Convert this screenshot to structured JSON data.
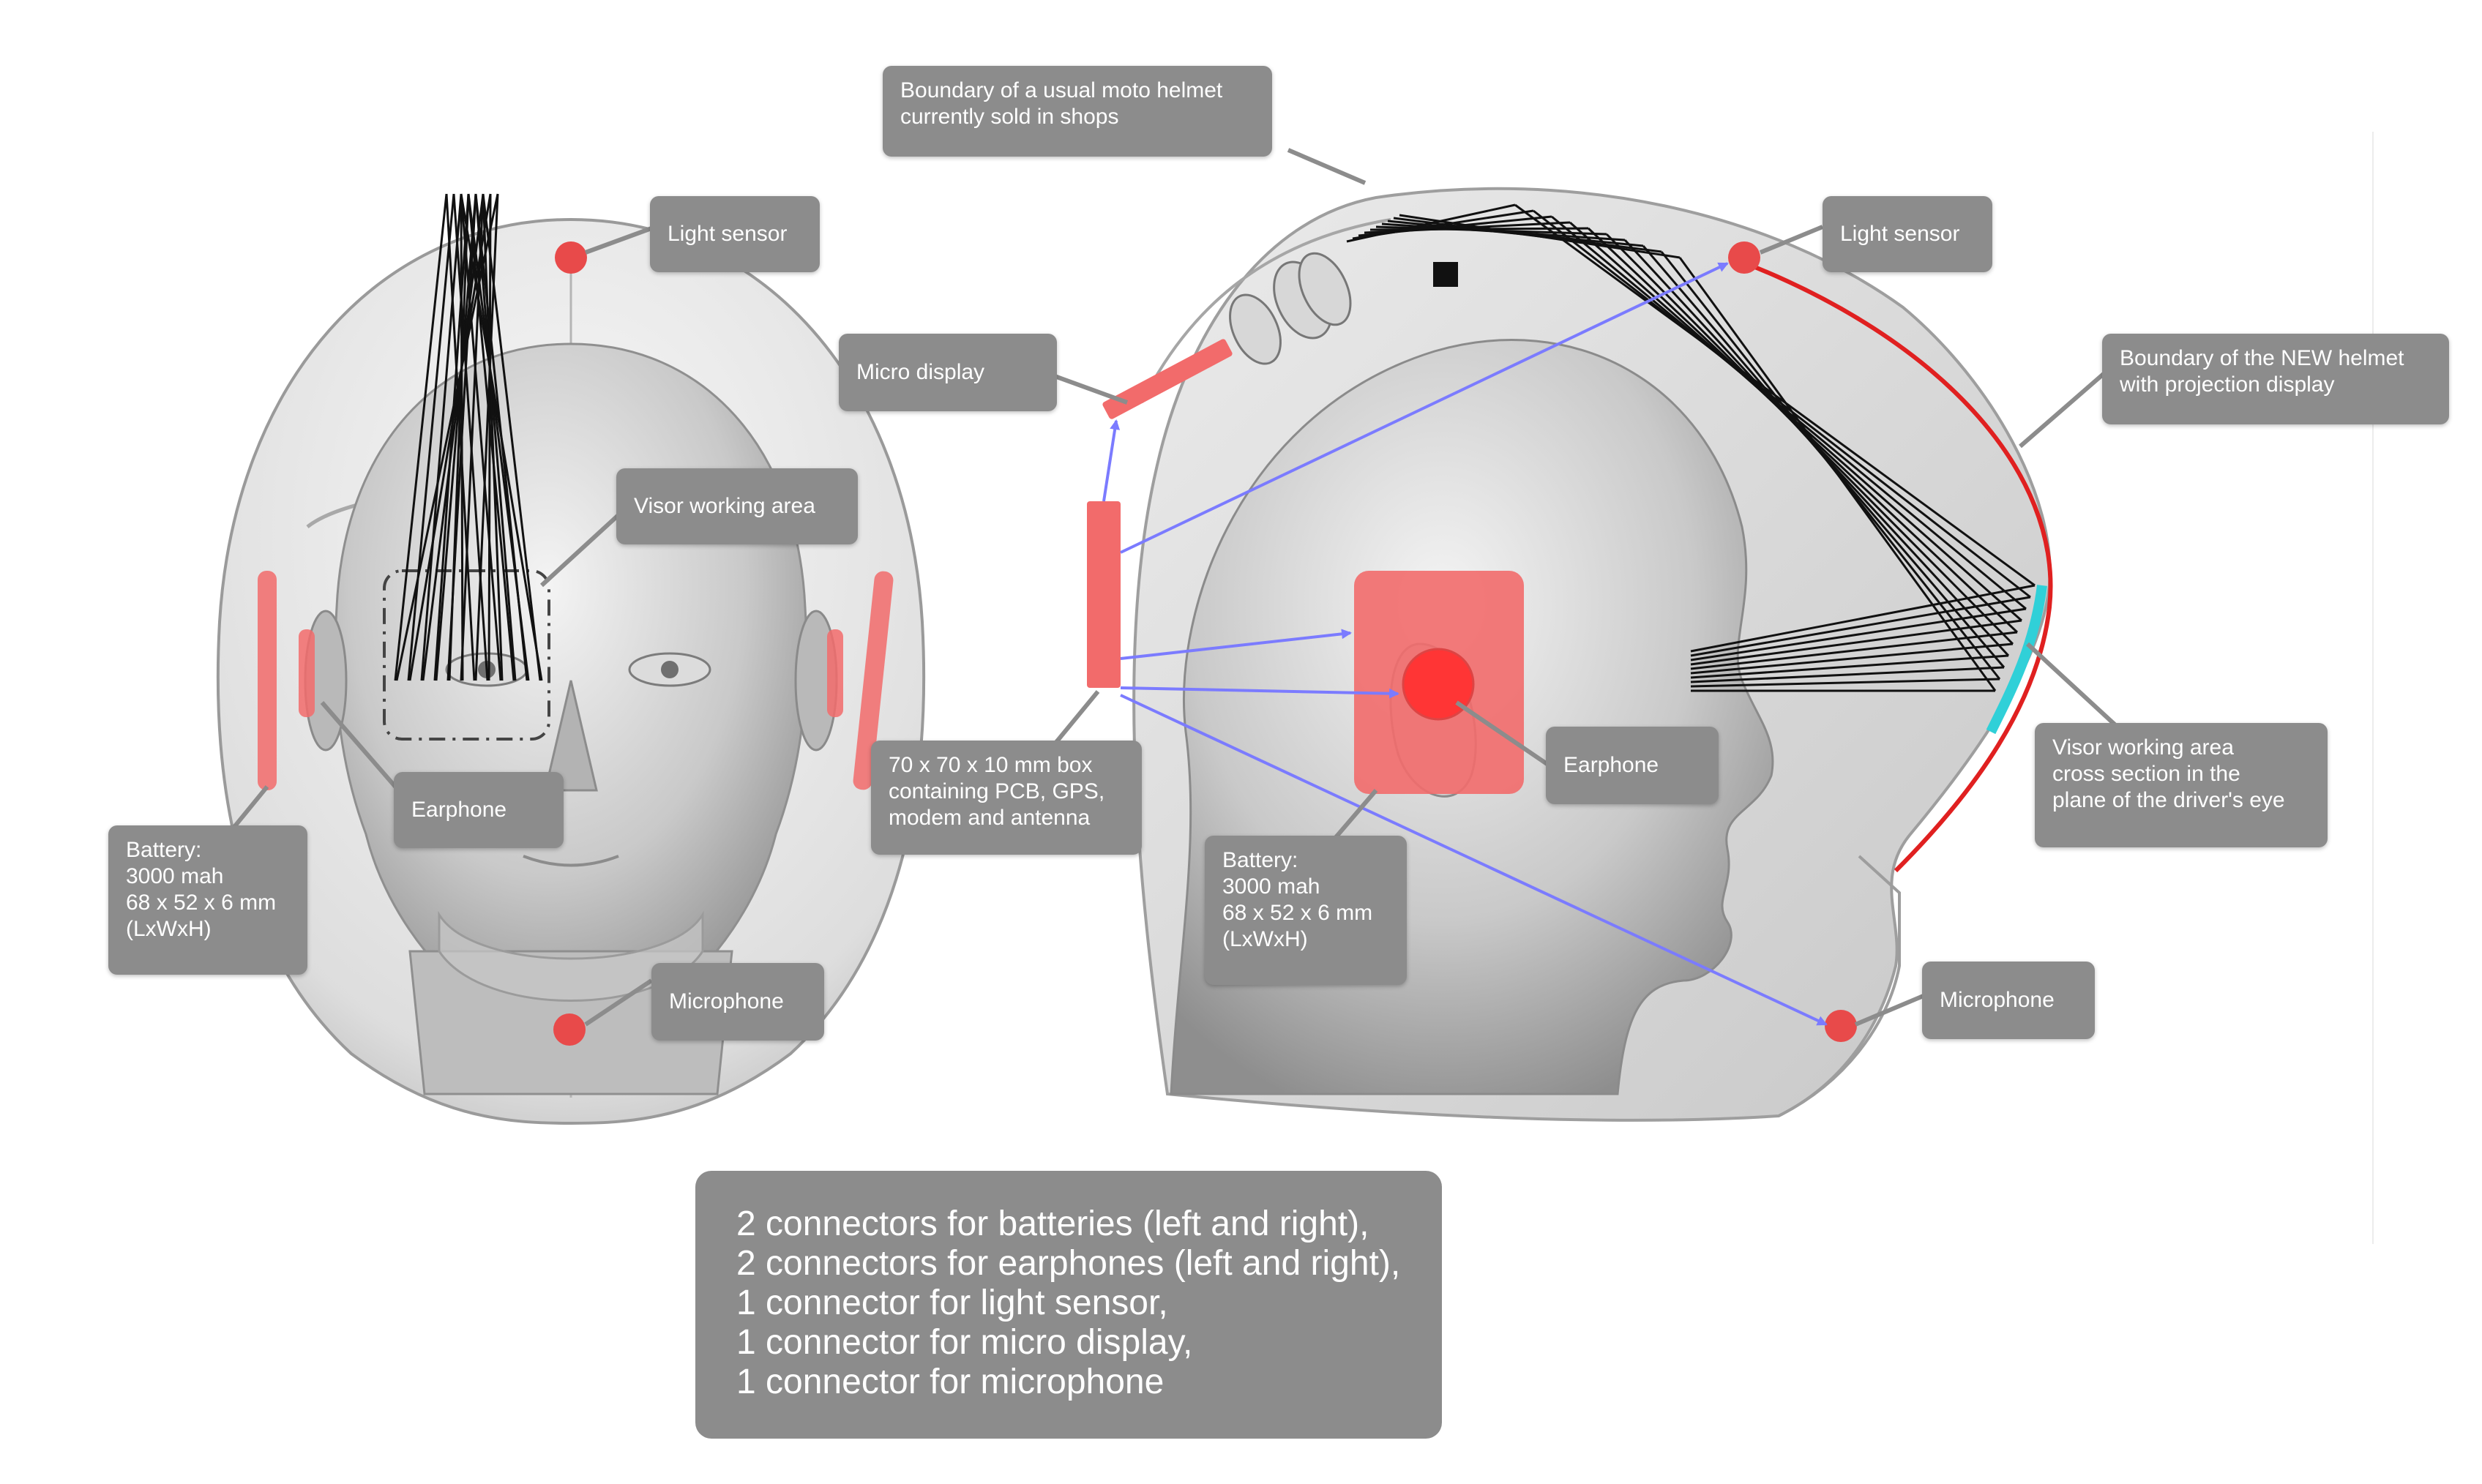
{
  "labels": {
    "light_sensor_front": "Light sensor",
    "visor_working_area": "Visor working area",
    "earphone_front": "Earphone",
    "battery_front": "Battery:\n3000 mah\n68 x 52 x 6 mm\n(LxWxH)",
    "microphone_front": "Microphone",
    "boundary_usual": "Boundary of a usual moto helmet\ncurrently sold in shops",
    "micro_display": "Micro display",
    "light_sensor_side": "Light sensor",
    "boundary_new": "Boundary of the NEW helmet\nwith projection display",
    "pcb_box": "70 x 70 x 10 mm box\ncontaining PCB, GPS,\nmodem and antenna",
    "earphone_side": "Earphone",
    "visor_cross_section": "Visor working area\ncross section in the\nplane of the driver's eye",
    "battery_side": "Battery:\n3000 mah\n68 x 52 x 6 mm\n(LxWxH)",
    "microphone_side": "Microphone"
  },
  "connectors": [
    "2 connectors for batteries (left and right),",
    "2 connectors for earphones (left and right),",
    "1 connector for light sensor,",
    "1 connector for micro display,",
    "1 connector for microphone"
  ],
  "colors": {
    "callout": "#8c8c8c",
    "component_red": "#f26b6b",
    "sensor_red": "#e84a4a",
    "wire_blue": "#7b7bff",
    "boundary_red": "#e02020",
    "visor_cyan": "#30d0d8"
  }
}
